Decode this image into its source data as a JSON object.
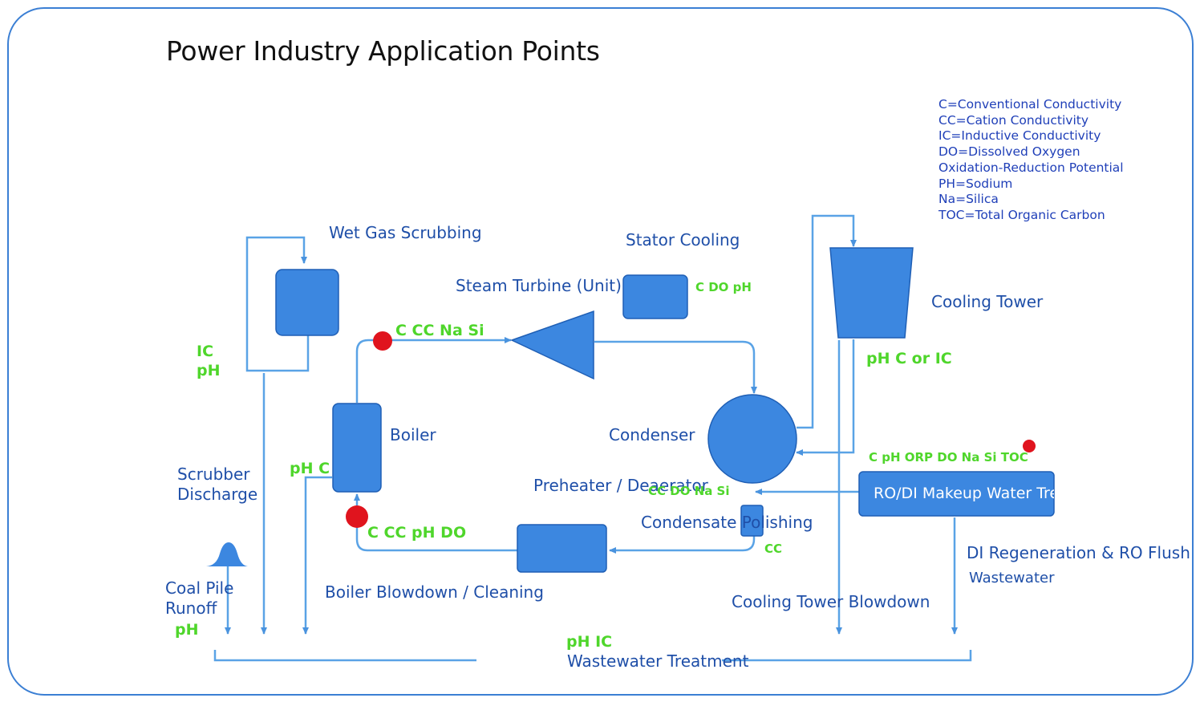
{
  "title": "Power Industry Application Points",
  "legend": [
    "C=Conventional Conductivity",
    "CC=Cation Conductivity",
    "IC=Inductive Conductivity",
    "DO=Dissolved Oxygen",
    "Oxidation-Reduction Potential",
    "PH=Sodium",
    "Na=Silica",
    "TOC=Total Organic Carbon"
  ],
  "labels": {
    "wet_gas_scrubbing": "Wet Gas Scrubbing",
    "stator_cooling": "Stator Cooling",
    "steam_turbine": "Steam Turbine (Unit)",
    "cooling_tower": "Cooling Tower",
    "boiler": "Boiler",
    "condenser": "Condenser",
    "scrubber_discharge_1": "Scrubber",
    "scrubber_discharge_2": "Discharge",
    "preheater": "Preheater / Deaerator",
    "condensate_polishing": "Condensate Polishing",
    "ro_di_makeup": "RO/DI Makeup Water Treatment",
    "di_regeneration": "DI Regeneration & RO Flush",
    "wastewater": "Wastewater",
    "coal_pile_1": "Coal Pile",
    "coal_pile_2": "Runoff",
    "boiler_blowdown": "Boiler Blowdown / Cleaning",
    "cooling_tower_blowdown": "Cooling Tower Blowdown",
    "wastewater_treatment": "Wastewater Treatment"
  },
  "tags": {
    "scrubber_ic": "IC",
    "scrubber_ph": "pH",
    "turbine_inlet": "C  CC  Na  Si",
    "stator": "C  DO  pH",
    "cooling_tower": "pH  C or IC",
    "boiler_side": "pH  C",
    "makeup": "C  pH  ORP  DO  Na  Si  TOC",
    "condensate": "CC  DO  Na  Si",
    "boiler_feed": "C  CC  pH  DO",
    "polishing": "CC",
    "coal_pile": "pH",
    "wastewater": "pH  IC"
  },
  "colors": {
    "equipment_fill": "#3c87e0",
    "equipment_stroke": "#1f5fb5",
    "flow_line": "#5aa3e6",
    "sample_point": "#e0141e",
    "parameter_text": "#4fd62b",
    "label_text": "#1f4fa8",
    "frame": "#3b7fd4"
  },
  "icons": [
    "sample-point-dot",
    "flow-arrow",
    "coal-pile-icon"
  ]
}
